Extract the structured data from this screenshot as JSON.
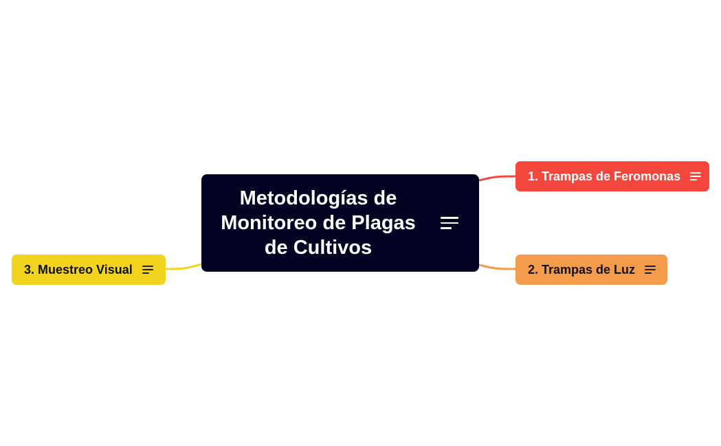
{
  "central_topic": {
    "label": "Metodologías de Monitoreo de Plagas de Cultivos",
    "color": "#020222",
    "icon": "notes-icon"
  },
  "branches": [
    {
      "label": "1. Trampas de Feromonas",
      "color": "#f5473e",
      "icon": "notes-icon"
    },
    {
      "label": "2. Trampas de Luz",
      "color": "#f59c4c",
      "icon": "notes-icon"
    },
    {
      "label": "3. Muestreo Visual",
      "color": "#f2d31d",
      "icon": "notes-icon"
    }
  ]
}
